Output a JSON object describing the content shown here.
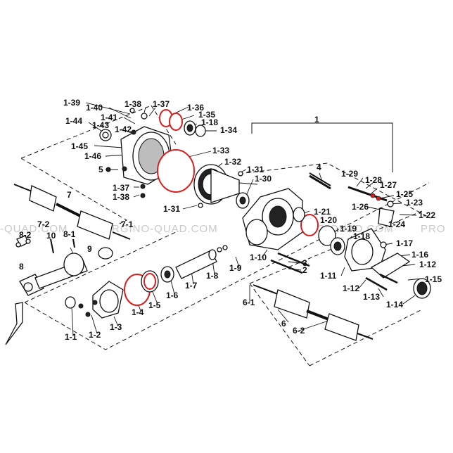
{
  "watermark": {
    "left": "-QUAD.COM",
    "center": "ARGINO-QUAD.COM",
    "right_center": "ARGINO-QUAD.COM",
    "right": "PRO"
  },
  "labels": {
    "l1_39": "1-39",
    "l1_40": "1-40",
    "l1_38": "1-38",
    "l1_37_top": "1-37",
    "l1_36": "1-36",
    "l1_41": "1-41",
    "l1_35": "1-35",
    "l1_18_top": "1-18",
    "l1_44": "1-44",
    "l1_43": "1-43",
    "l1_42": "1-42",
    "l1_34": "1-34",
    "l1": "1",
    "l1_45": "1-45",
    "l1_33": "1-33",
    "l1_46": "1-46",
    "l1_32": "1-32",
    "l5": "5",
    "l1_31_top": "1-31",
    "l4": "4",
    "l1_29": "1-29",
    "l1_28": "1-28",
    "l1_30": "1-30",
    "l1_37_bot": "1-37",
    "l1_27": "1-27",
    "l1_38_bot": "1-38",
    "l1_25": "1-25",
    "l7": "7",
    "l1_23": "1-23",
    "l1_31_mid": "1-31",
    "l1_26": "1-26",
    "l1_22": "1-22",
    "l1_21": "1-21",
    "l7_2": "7-2",
    "l7_1": "7-1",
    "l1_24": "1-24",
    "l1_20": "1-20",
    "l1_19": "1-19",
    "l8_2": "8-2",
    "l10": "10",
    "l8_1": "8-1",
    "l1_18_mid": "1-18",
    "l1_17": "1-17",
    "l9": "9",
    "l1_16": "1-16",
    "l8": "8",
    "l1_10": "1-10",
    "l1_9": "1-9",
    "l3": "3",
    "l1_12_right": "1-12",
    "l1_8": "1-8",
    "l2": "2",
    "l1_11": "1-11",
    "l1_15": "1-15",
    "l1_7": "1-7",
    "l1_6": "1-6",
    "l1_12": "1-12",
    "l1_13": "1-13",
    "l1_14": "1-14",
    "l6_1": "6-1",
    "l1_5": "1-5",
    "l1_4": "1-4",
    "l6": "6",
    "l1_3": "1-3",
    "l6_2": "6-2",
    "l1_1": "1-1",
    "l1_2": "1-2"
  }
}
